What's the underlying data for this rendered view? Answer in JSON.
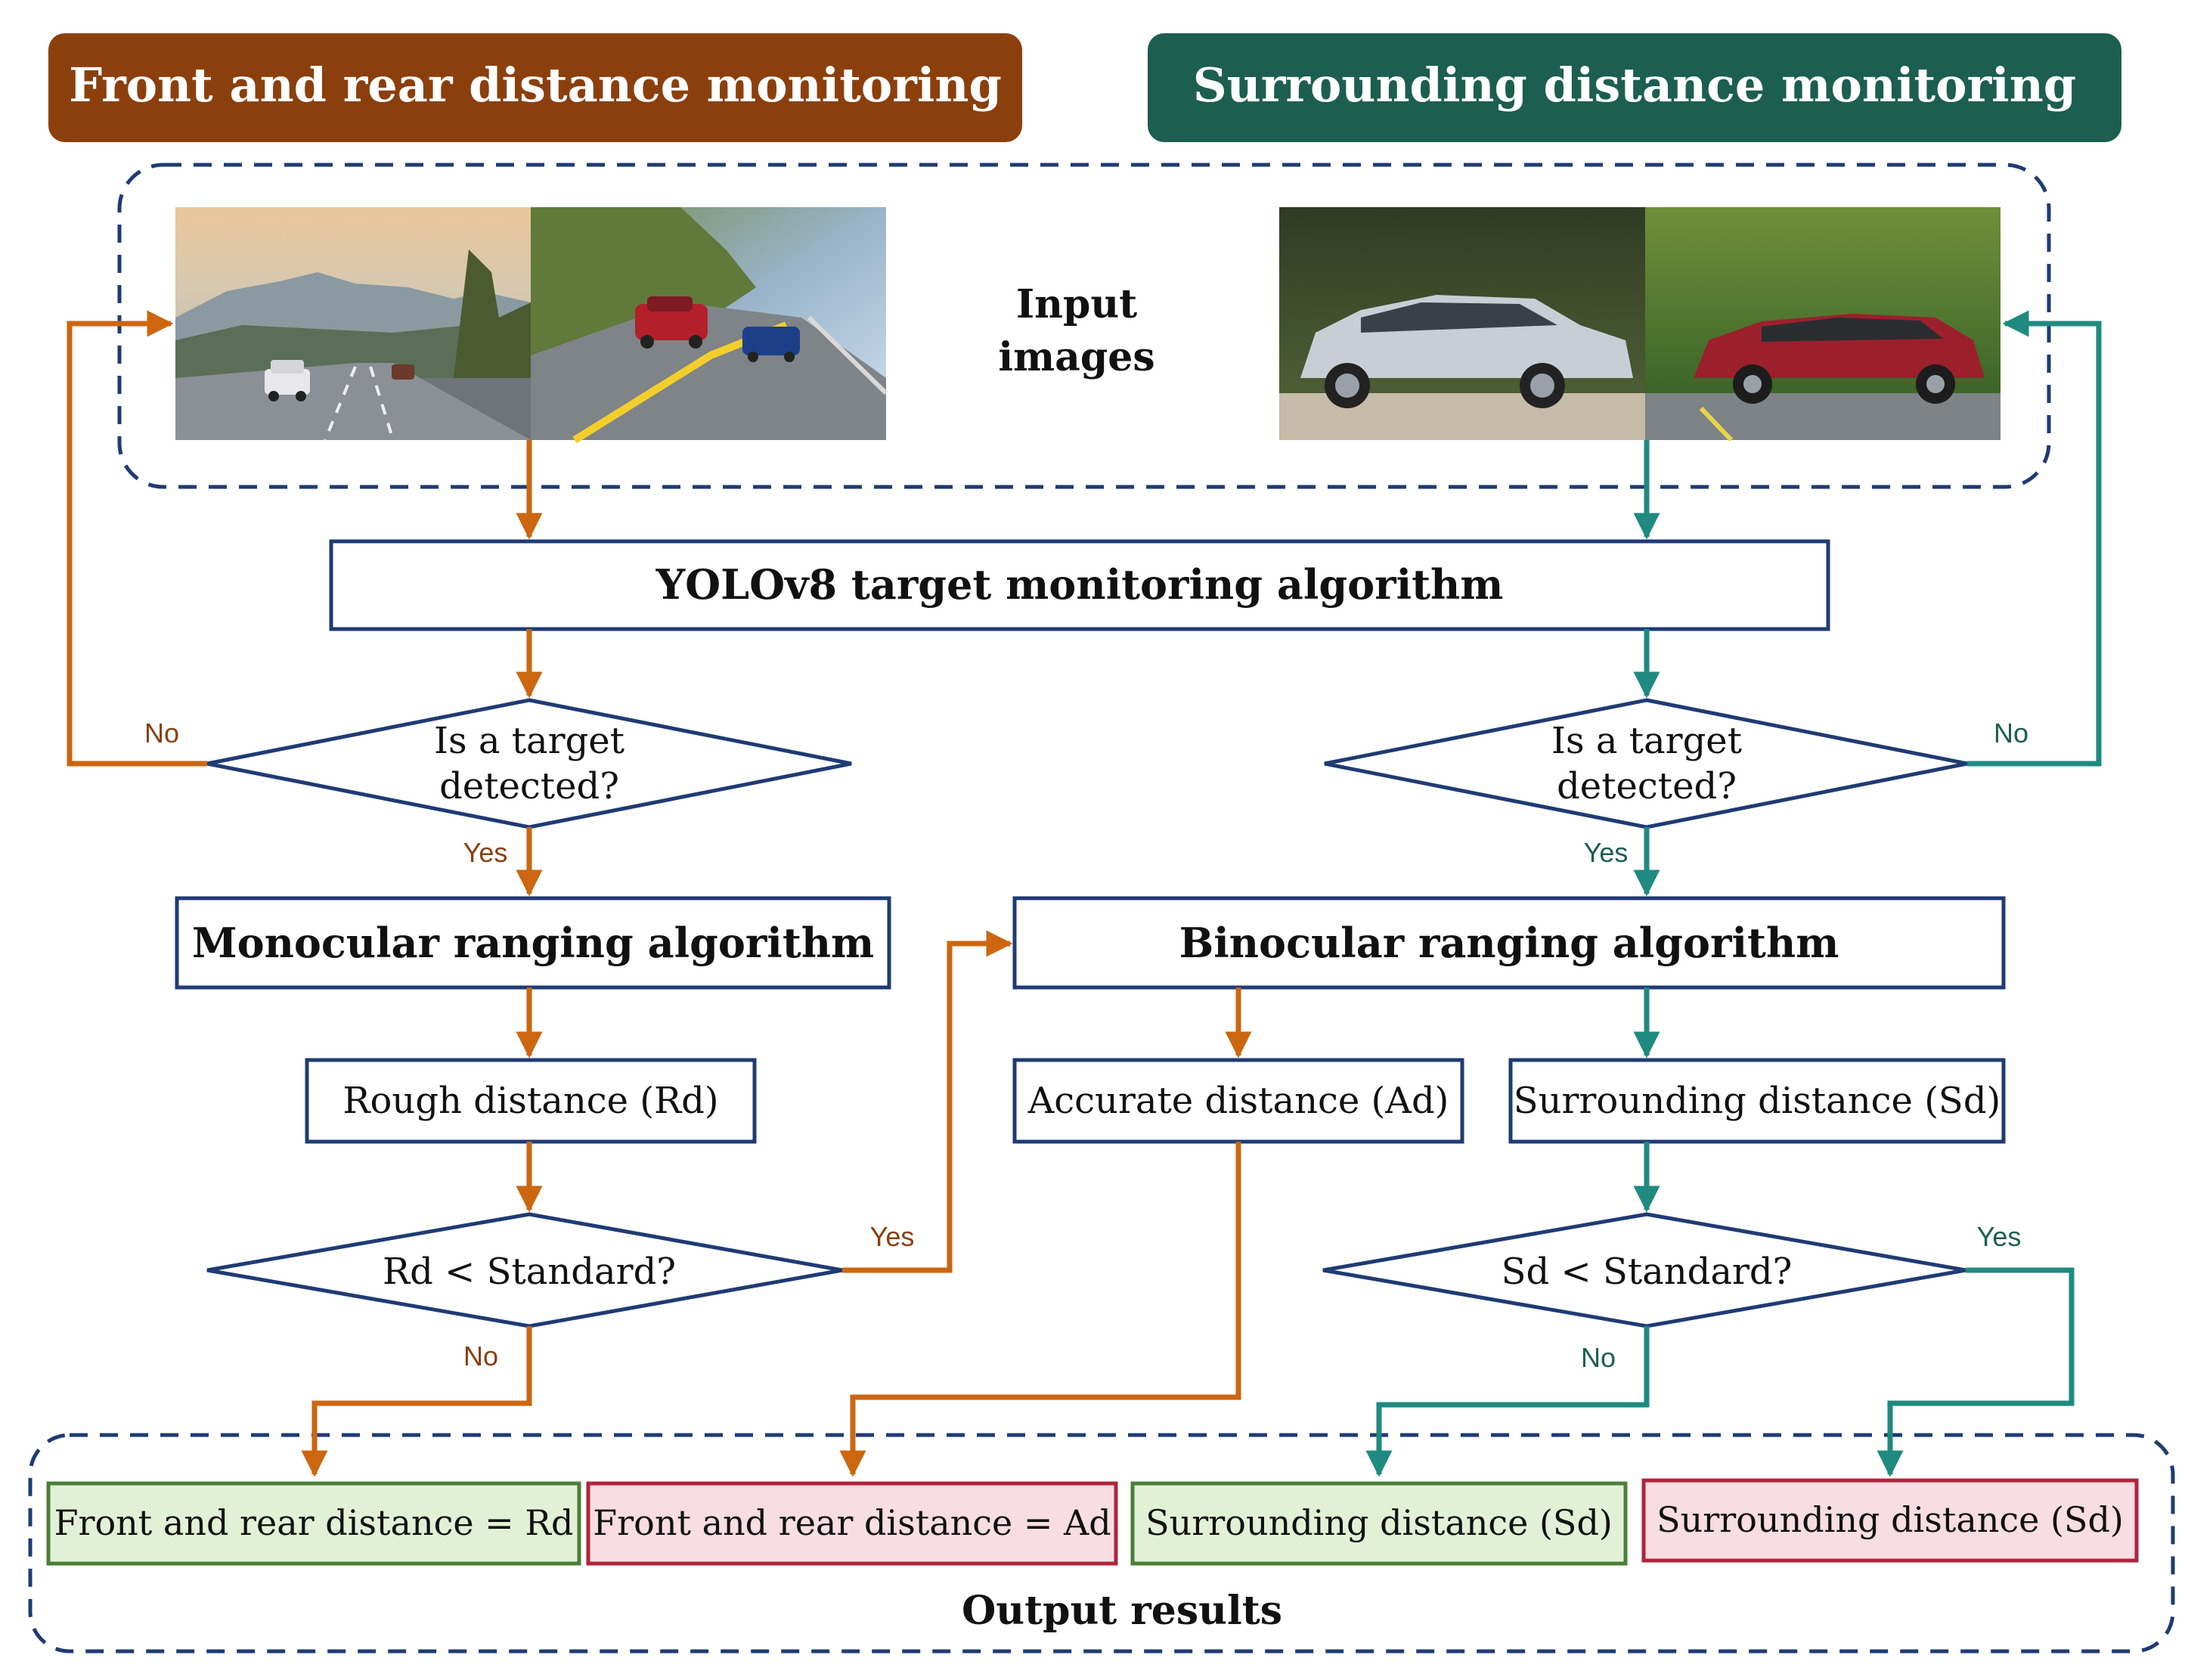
{
  "headers": {
    "left": "Front and rear distance monitoring",
    "right": "Surrounding distance monitoring"
  },
  "input_label_line1": "Input",
  "input_label_line2": "images",
  "yolo": "YOLOv8 target monitoring algorithm",
  "left_decision": {
    "line1": "Is a target",
    "line2": "detected?"
  },
  "right_decision": {
    "line1": "Is a target",
    "line2": "detected?"
  },
  "labels": {
    "yes": "Yes",
    "no": "No"
  },
  "monocular": "Monocular ranging algorithm",
  "binocular": "Binocular ranging algorithm",
  "rough": "Rough distance (Rd)",
  "accurate": "Accurate distance (Ad)",
  "surrounding": "Surrounding distance (Sd)",
  "rd_check": "Rd < Standard?",
  "sd_check": "Sd < Standard?",
  "outputs": [
    "Front and rear distance = Rd",
    "Front and rear distance = Ad",
    "Surrounding distance (Sd)",
    "Surrounding distance (Sd)"
  ],
  "output_results": "Output results",
  "colors": {
    "brown_header": "#8b3f0d",
    "teal_header": "#1c5e50",
    "orange_arrow": "#cc6611",
    "teal_arrow": "#1f8a80",
    "navy_border": "#1f3b73",
    "green_fill": "#e2f1d6",
    "green_border": "#4a7f37",
    "pink_fill": "#f8dde3",
    "pink_border": "#b0243b"
  },
  "photos": [
    "highway-road-photo",
    "winding-road-photo",
    "silver-suv-photo",
    "red-suv-photo"
  ]
}
